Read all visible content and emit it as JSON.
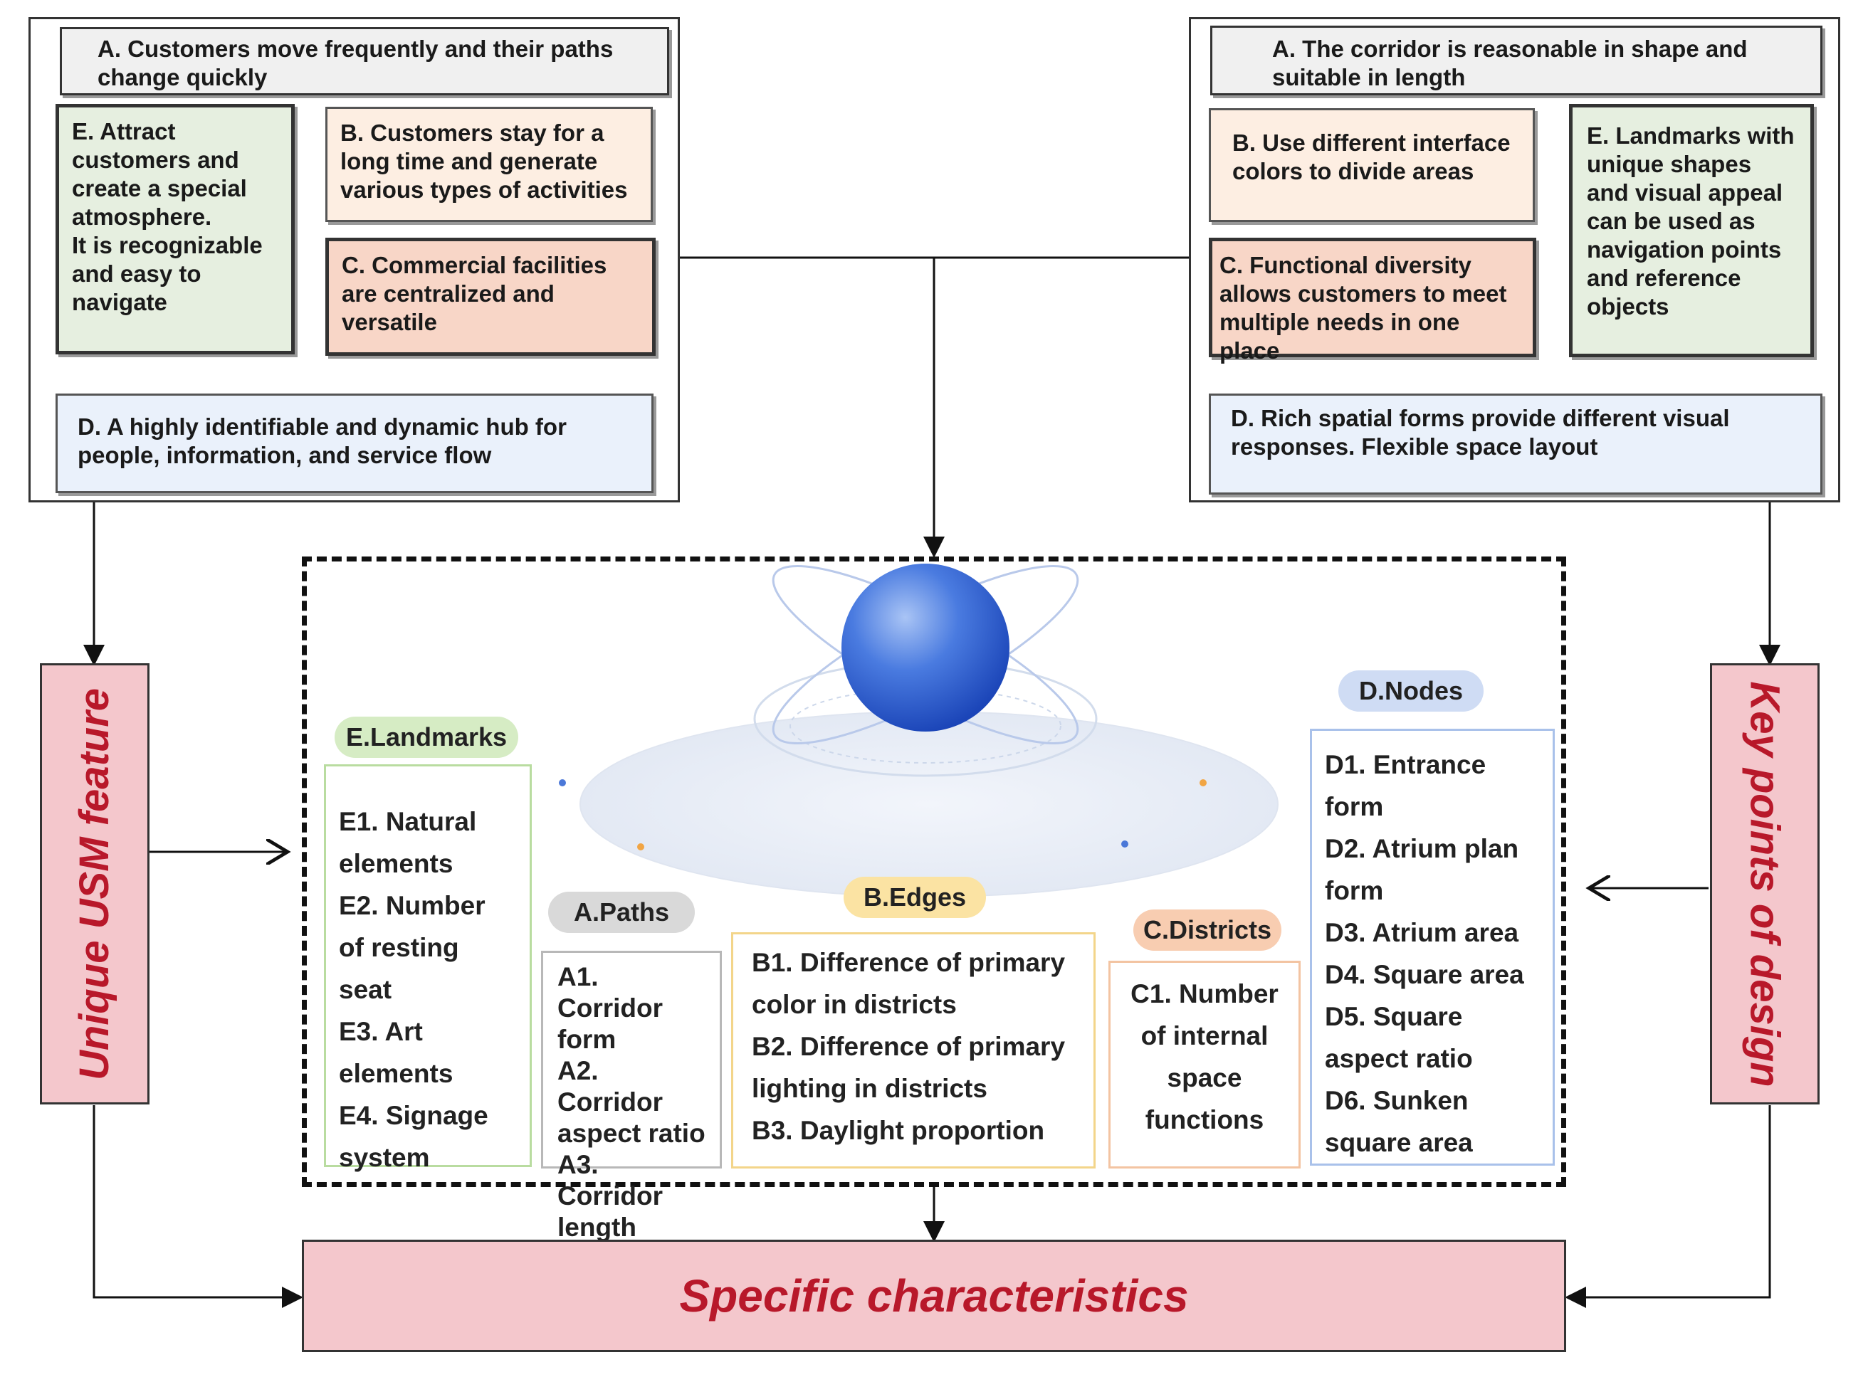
{
  "left_panel": {
    "a": "A. Customers move frequently and their paths change quickly",
    "e": "E. Attract customers and create a special atmosphere.\nIt is recognizable and easy to navigate",
    "b": "B. Customers stay for a long time and generate various types of activities",
    "c": "C. Commercial facilities are centralized and versatile",
    "d": "D. A highly identifiable and dynamic hub for people, information, and service flow"
  },
  "right_panel": {
    "a": "A. The corridor is reasonable in shape and suitable in length",
    "b": "B. Use different interface colors to divide areas",
    "c": "C. Functional diversity allows customers to meet multiple needs in one place",
    "e": "E. Landmarks with unique shapes and visual appeal can be used as navigation points and reference objects",
    "d": "D. Rich spatial forms provide different visual responses. Flexible space layout"
  },
  "side_labels": {
    "left": "Unique USM feature",
    "right": "Key points of design"
  },
  "categories": {
    "landmarks": {
      "title": "E.Landmarks",
      "items": "E1. Natural elements\nE2. Number of resting seat\nE3. Art elements\nE4. Signage system",
      "color": "#d6ecc4"
    },
    "paths": {
      "title": "A.Paths",
      "items": "A1. Corridor form\nA2. Corridor aspect ratio\nA3. Corridor length",
      "color": "#d9d9d9"
    },
    "edges": {
      "title": "B.Edges",
      "items": "B1. Difference of primary color in districts\nB2. Difference of primary lighting in districts\nB3. Daylight proportion",
      "color": "#fbe3a3"
    },
    "districts": {
      "title": "C.Districts",
      "items": "C1. Number of internal space functions",
      "color": "#f8cdb1"
    },
    "nodes": {
      "title": "D.Nodes",
      "items": "D1. Entrance form\nD2. Atrium plan form\nD3. Atrium area\nD4. Square area\nD5. Square aspect ratio\nD6. Sunken square area",
      "color": "#cfdcf4"
    }
  },
  "bottom_label": "Specific characteristics"
}
